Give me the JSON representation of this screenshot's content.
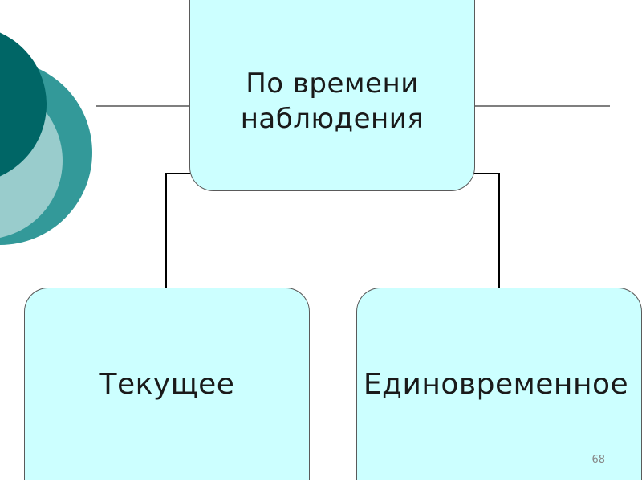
{
  "slide": {
    "root_node": {
      "label_line1": "По времени",
      "label_line2": "наблюдения"
    },
    "children": [
      {
        "label": "Текущее"
      },
      {
        "label": "Единовременное"
      }
    ],
    "page_number": "68"
  },
  "colors": {
    "node_fill": "#ccffff",
    "node_border": "#5a5a5a",
    "connector": "#000000",
    "rule_line": "#555555",
    "deco_dark_teal": "#006666",
    "deco_light_teal": "#99cccc",
    "deco_mid_teal": "#339999"
  }
}
